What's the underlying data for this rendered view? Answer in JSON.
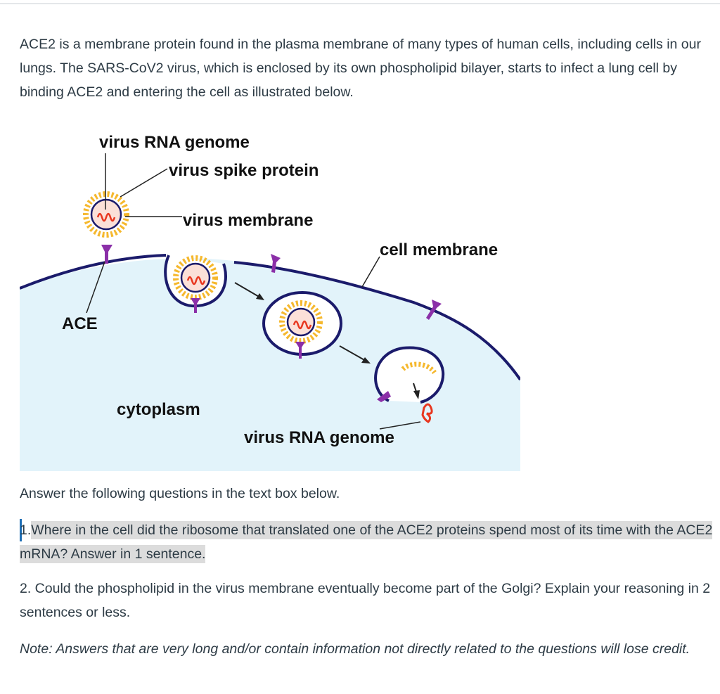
{
  "intro_text": "ACE2 is a membrane protein found in the plasma membrane of many types of human cells, including cells in our lungs.  The SARS-CoV2 virus, which is enclosed by its own phospholipid bilayer,  starts to infect a lung cell by binding ACE2 and entering the cell as illustrated below.",
  "figure": {
    "labels": {
      "virus_rna_genome_top": "virus RNA genome",
      "virus_spike_protein": "virus spike protein",
      "virus_membrane": "virus membrane",
      "cell_membrane": "cell membrane",
      "ace": "ACE",
      "cytoplasm": "cytoplasm",
      "virus_rna_genome_bottom": "virus RNA genome"
    },
    "colors": {
      "cytoplasm": "#e2f3fa",
      "membrane": "#1b1b6b",
      "spike": "#f5b82e",
      "ace2": "#8b2fa8",
      "rna": "#e8361e",
      "virus_body": "#fbe0d8"
    }
  },
  "instructions": "Answer the following questions in the text box below.",
  "questions": {
    "q1_num": "1.",
    "q1_text": "Where in the cell did the ribosome that translated one of the ACE2 proteins spend most of its time with the ACE2 mRNA? Answer in 1 sentence.",
    "q2": "2. Could the phospholipid in the virus membrane eventually become part of the Golgi? Explain your reasoning in 2 sentences or less."
  },
  "note": "Note: Answers that are very long and/or contain information not directly related to the questions will lose credit."
}
